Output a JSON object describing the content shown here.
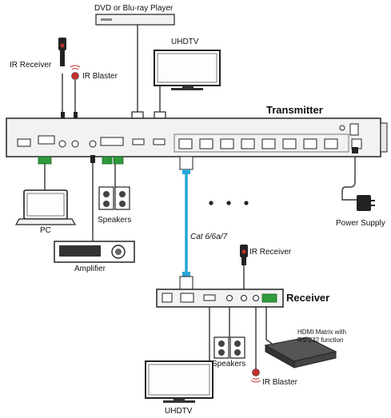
{
  "labels": {
    "dvd_player": "DVD or Blu-ray Player",
    "uhdtv_top": "UHDTV",
    "ir_receiver_top": "IR Receiver",
    "ir_blaster_top": "IR Blaster",
    "transmitter": "Transmitter",
    "pc": "PC",
    "speakers_top": "Speakers",
    "amplifier": "Amplifier",
    "cable": "Cat 6/6a/7",
    "ir_receiver_bottom": "IR Receiver",
    "receiver": "Receiver",
    "power_supply": "Power Supply",
    "hdmi_matrix_line1": "HDMI Matrix with",
    "hdmi_matrix_line2": "RS-232 function",
    "speakers_bottom": "Speakers",
    "uhdtv_bottom": "UHDTV",
    "ir_blaster_bottom": "IR Blaster"
  },
  "colors": {
    "device_outline": "#222222",
    "device_fill": "#f2f2f2",
    "cat_cable": "#2aa6d6",
    "terminal_green": "#2e9c3b",
    "ir_red": "#c0302a"
  },
  "icons": {
    "ellipsis": "more-dots"
  }
}
